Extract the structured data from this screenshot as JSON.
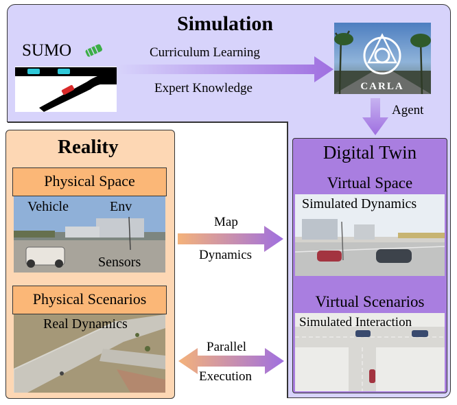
{
  "simulation": {
    "title": "Simulation",
    "sumo_label": "SUMO",
    "arrow_top_label": "Curriculum Learning",
    "arrow_bottom_label": "Expert Knowledge",
    "carla_logo_text": "CARLA",
    "agent_label": "Agent"
  },
  "reality": {
    "title": "Reality",
    "physical_space": {
      "heading": "Physical Space",
      "labels": [
        "Vehicle",
        "Env",
        "Sensors"
      ]
    },
    "physical_scenarios": {
      "heading": "Physical Scenarios",
      "label": "Real Dynamics"
    }
  },
  "digital_twin": {
    "title": "Digital Twin",
    "virtual_space": {
      "heading": "Virtual Space",
      "label": "Simulated Dynamics"
    },
    "virtual_scenarios": {
      "heading": "Virtual Scenarios",
      "label": "Simulated Interaction"
    }
  },
  "middle_arrows": {
    "upper": [
      "Map",
      "Dynamics"
    ],
    "lower": [
      "Parallel",
      "Execution"
    ]
  },
  "colors": {
    "simulation_bg": "#d7d3fb",
    "reality_bg": "#fdd7b4",
    "reality_header": "#fbb777",
    "digital_twin_bg": "#a97ee0",
    "arrow_purple": "#9f6fe0",
    "arrow_orange": "#f4b27a"
  }
}
